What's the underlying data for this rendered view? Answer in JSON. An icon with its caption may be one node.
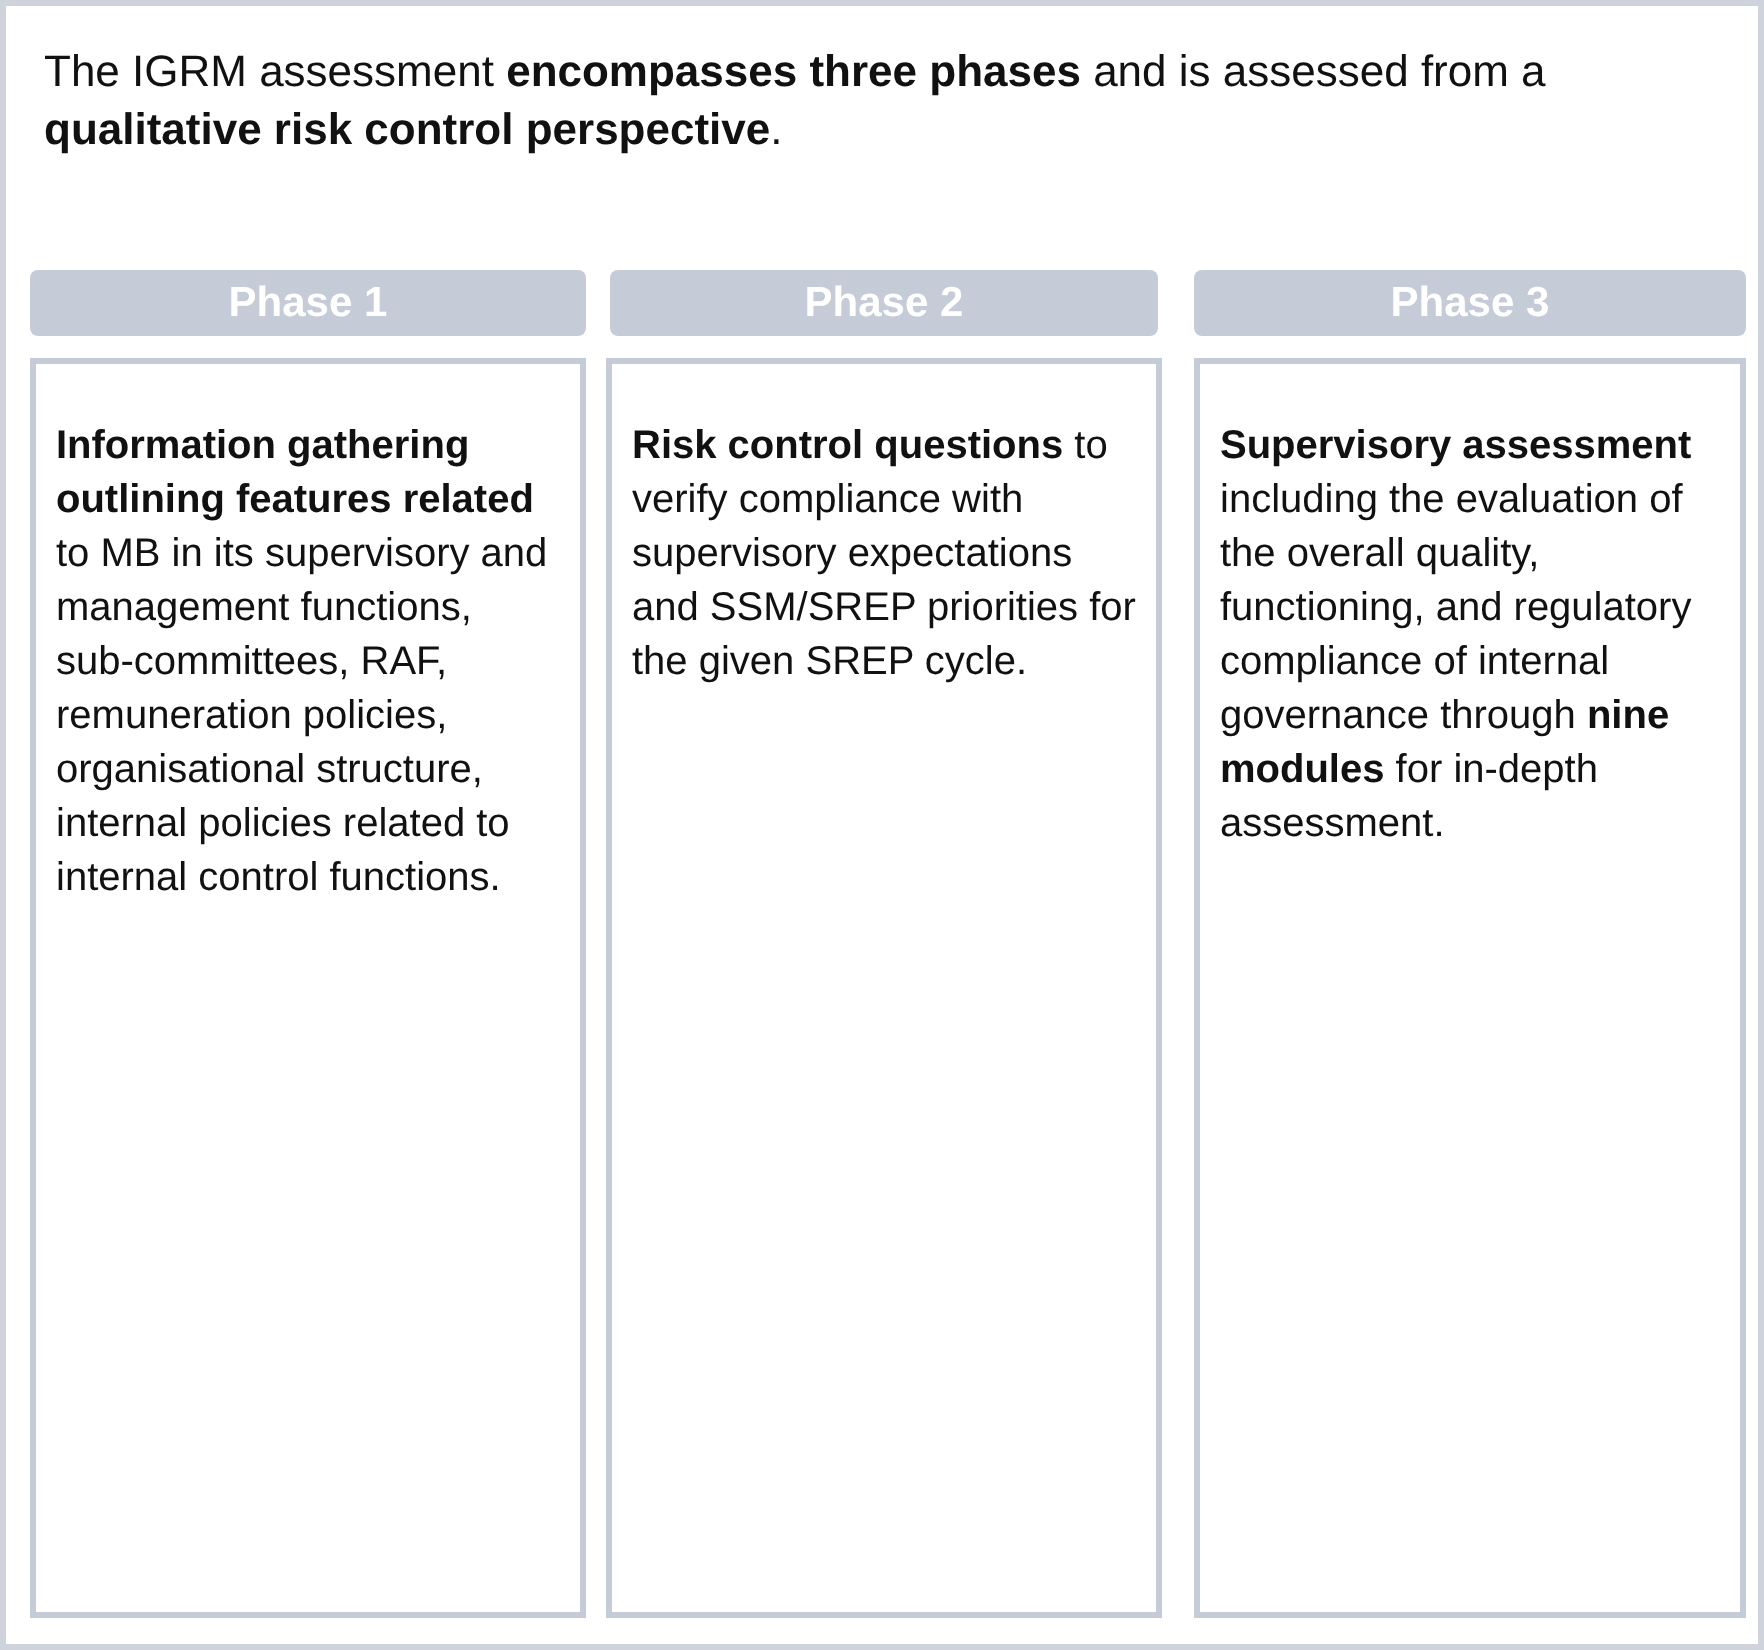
{
  "diagram": {
    "nodes": [
      {
        "text": [
          "The IGRM assessment **encompasses three phases** and is assessed from a **qualitative risk control perspective**."
        ]
      },
      {
        "text": [
          "Phase 1"
        ],
        "in": 0
      },
      {
        "text": [
          "Phase 2"
        ],
        "in": 0
      },
      {
        "text": [
          "Phase 3"
        ],
        "in": 0
      },
      {
        "text": [
          "**Information gathering outlining features related** to MB in its supervisory and management functions, sub-committees, RAF, remuneration policies, organisational structure, internal policies related to internal control functions."
        ],
        "in": 0
      },
      {
        "text": [
          "**Risk control questions** to verify compliance with supervisory expectations and SSM/SREP priorities for the given SREP cycle."
        ],
        "in": 0
      },
      {
        "text": [
          "**Supervisory assessment** including the evaluation of the overall quality, functioning, and regulatory compliance of internal governance through **nine modules** for in-depth assessment."
        ],
        "in": 0
      }
    ]
  }
}
